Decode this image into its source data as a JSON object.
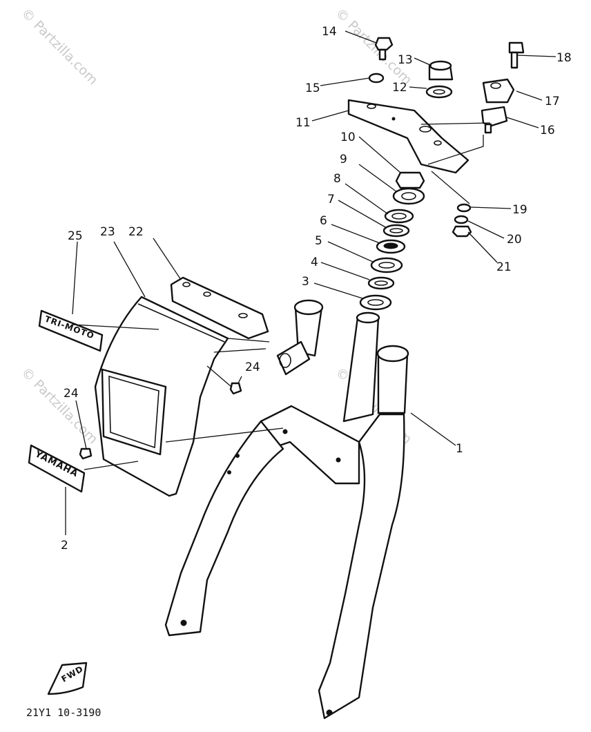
{
  "callouts": [
    "1",
    "2",
    "3",
    "4",
    "5",
    "6",
    "7",
    "8",
    "9",
    "10",
    "11",
    "12",
    "13",
    "14",
    "15",
    "16",
    "17",
    "18",
    "19",
    "20",
    "21",
    "22",
    "23",
    "24",
    "25"
  ],
  "callout_24_second": "24",
  "watermark": "© Partzilla.com",
  "diagram_code": "21Y1 10-3190",
  "fwd_label": "FWD",
  "emblem_label": "YAMAHA",
  "emblem_tri": "TRI-MOTO"
}
